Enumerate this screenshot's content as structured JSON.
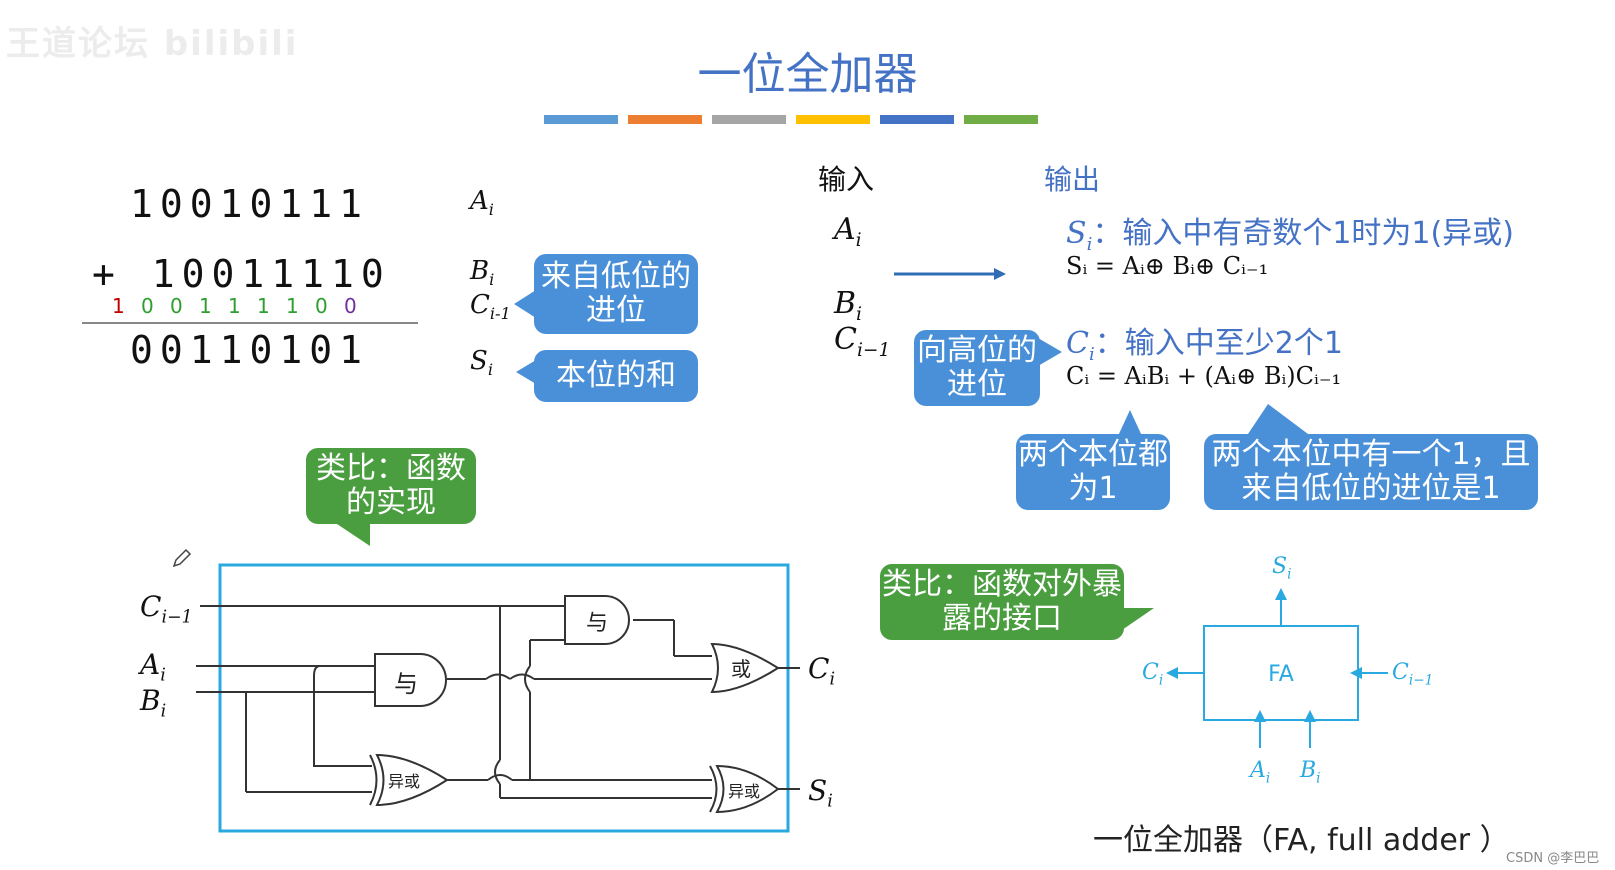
{
  "watermark": "王道论坛 bilibili",
  "title": "一位全加器",
  "color_bars": [
    "#5b9bd5",
    "#ed7d31",
    "#a5a5a5",
    "#ffc000",
    "#4472c4",
    "#70ad47"
  ],
  "binary": {
    "operand_a": "10010111",
    "operand_b": "+ 10011110",
    "carries": [
      "1",
      "0",
      "0",
      "1",
      "1",
      "1",
      "1",
      "0",
      "0"
    ],
    "carry_colors": [
      "#c00000",
      "#2e9e2e",
      "#2e9e2e",
      "#2e9e2e",
      "#2e9e2e",
      "#2e9e2e",
      "#2e9e2e",
      "#2e9e2e",
      "#7030a0"
    ],
    "result": "00110101"
  },
  "binary_labels": {
    "a": "A",
    "a_sub": "i",
    "b": "B",
    "b_sub": "i",
    "c": "C",
    "c_sub": "i-1",
    "s": "S",
    "s_sub": "i"
  },
  "callouts": {
    "from_low": "来自低位的进位",
    "sum": "本位的和",
    "to_high": "向高位的进位",
    "both_one": "两个本位都为1",
    "one_and_carry": "两个本位中有一个1，且来自低位的进位是1",
    "analogy_function": "类比：函数的实现",
    "analogy_interface": "类比：函数对外暴露的接口"
  },
  "io": {
    "input_label": "输入",
    "output_label": "输出",
    "a": "A",
    "a_sub": "i",
    "b": "B",
    "b_sub": "i",
    "c": "C",
    "c_sub": "i−1"
  },
  "outputs": {
    "s_head": "S",
    "s_head_sub": "i",
    "s_desc": "：输入中有奇数个1时为1(异或)",
    "s_formula": "Sᵢ = Aᵢ⊕ Bᵢ⊕ Cᵢ₋₁",
    "c_head": "C",
    "c_head_sub": "i",
    "c_desc": "：输入中至少2个1",
    "c_formula": "Cᵢ = AᵢBᵢ + (Aᵢ⊕ Bᵢ)Cᵢ₋₁"
  },
  "circuit": {
    "in_c": "C",
    "in_c_sub": "i−1",
    "in_a": "A",
    "in_a_sub": "i",
    "in_b": "B",
    "in_b_sub": "i",
    "gate_and_top": "与",
    "gate_and_mid": "与",
    "gate_or": "或",
    "gate_xor_low": "异或",
    "gate_xor_out": "异或",
    "out_c": "C",
    "out_c_sub": "i",
    "out_s": "S",
    "out_s_sub": "i",
    "border_color": "#29a9e0"
  },
  "fa_block": {
    "label": "FA",
    "s": "S",
    "s_sub": "i",
    "c_out": "C",
    "c_out_sub": "i",
    "c_in": "C",
    "c_in_sub": "i−1",
    "a": "A",
    "a_sub": "i",
    "b": "B",
    "b_sub": "i",
    "color": "#29a9e0"
  },
  "caption": "一位全加器（FA, full adder ）",
  "credit": "CSDN @李巴巴"
}
